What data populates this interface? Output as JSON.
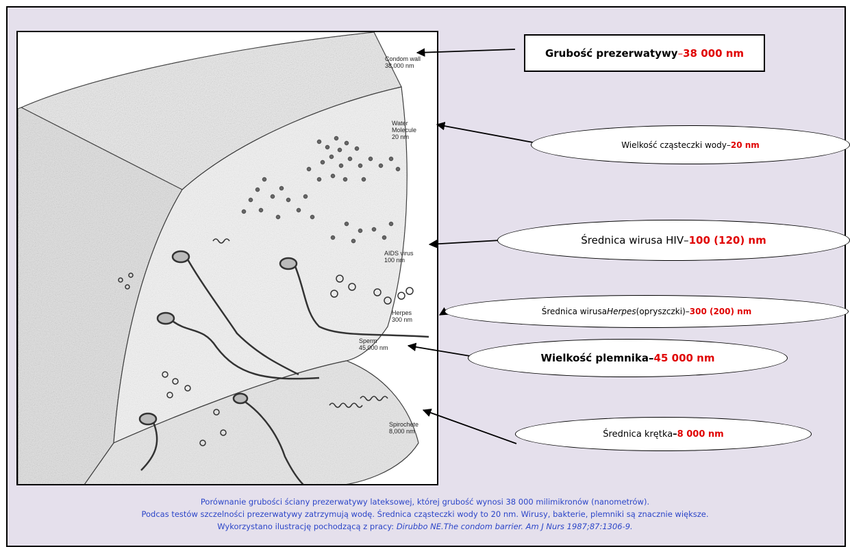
{
  "illustration_labels": {
    "condom": [
      "Condom wall",
      "38,000 nm"
    ],
    "water": [
      "Water",
      "Molecule",
      "20 nm"
    ],
    "aids": [
      "AIDS virus",
      "100 nm"
    ],
    "herpes": [
      "Herpes",
      "300 nm"
    ],
    "sperm": [
      "Sperm",
      "45,000 nm"
    ],
    "spirochete": [
      "Spirochete",
      "8,000 nm"
    ]
  },
  "callouts": {
    "condom": {
      "label": "Grubość prezerwatywy",
      "sep": " – ",
      "value": "38 000 nm"
    },
    "water": {
      "label": "Wielkość cząsteczki wody",
      "sep": " – ",
      "value": "20 nm"
    },
    "hiv": {
      "label": "Średnica wirusa HIV",
      "sep": " – ",
      "value": "100 (120) nm"
    },
    "herpes": {
      "label_pre": "Średnica wirusa ",
      "label_italic": "Herpes",
      "label_post": " (opryszczki)",
      "sep": " – ",
      "value": "300 (200) nm"
    },
    "sperm": {
      "label": "Wielkość plemnika",
      "sep": " –  ",
      "value": "45 000 nm"
    },
    "spirochete": {
      "label": "Średnica krętka",
      "sep": " – ",
      "value": "8 000 nm"
    }
  },
  "caption": {
    "line1": "Porównanie grubości ściany prezerwatywy lateksowej, której grubość wynosi 38 000 milimikronów (nanometrów).",
    "line2": "Podcas testów szczelności prezerwatywy zatrzymują wodę. Średnica cząsteczki wody to 20 nm. Wirusy, bakterie, plemniki są znacznie większe.",
    "line3_prefix": "Wykorzystano ilustrację pochodzącą z pracy:  ",
    "line3_ref": "Dirubbo NE.The condom barrier. Am J Nurs 1987;87:1306-9."
  },
  "colors": {
    "background": "#e5e0ec",
    "value": "#e00000",
    "caption": "#2b45c8"
  }
}
